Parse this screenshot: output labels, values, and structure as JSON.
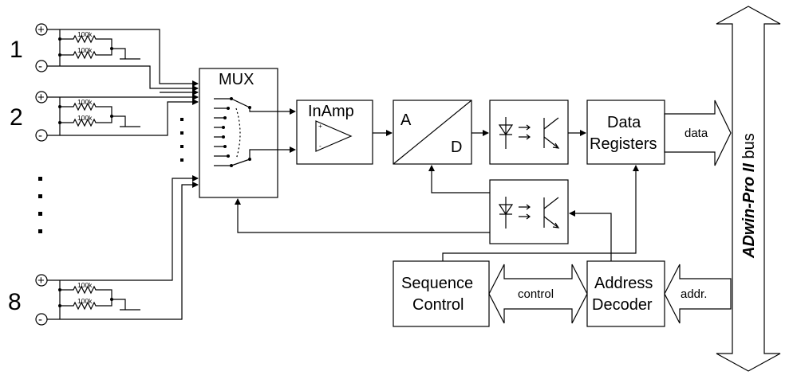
{
  "channels": {
    "first": "1",
    "second": "2",
    "last": "8",
    "resistor": "100k",
    "plus": "+",
    "minus": "-"
  },
  "blocks": {
    "mux": "MUX",
    "inamp": "InAmp",
    "inamp_plus": "+",
    "inamp_minus": "-",
    "adc_a": "A",
    "adc_d": "D",
    "data_registers_line1": "Data",
    "data_registers_line2": "Registers",
    "sequence_control_line1": "Sequence",
    "sequence_control_line2": "Control",
    "address_decoder_line1": "Address",
    "address_decoder_line2": "Decoder"
  },
  "arrows": {
    "data": "data",
    "control": "control",
    "addr": "addr."
  },
  "bus": {
    "label_italic": "ADwin-Pro II",
    "label_rest": " bus"
  }
}
